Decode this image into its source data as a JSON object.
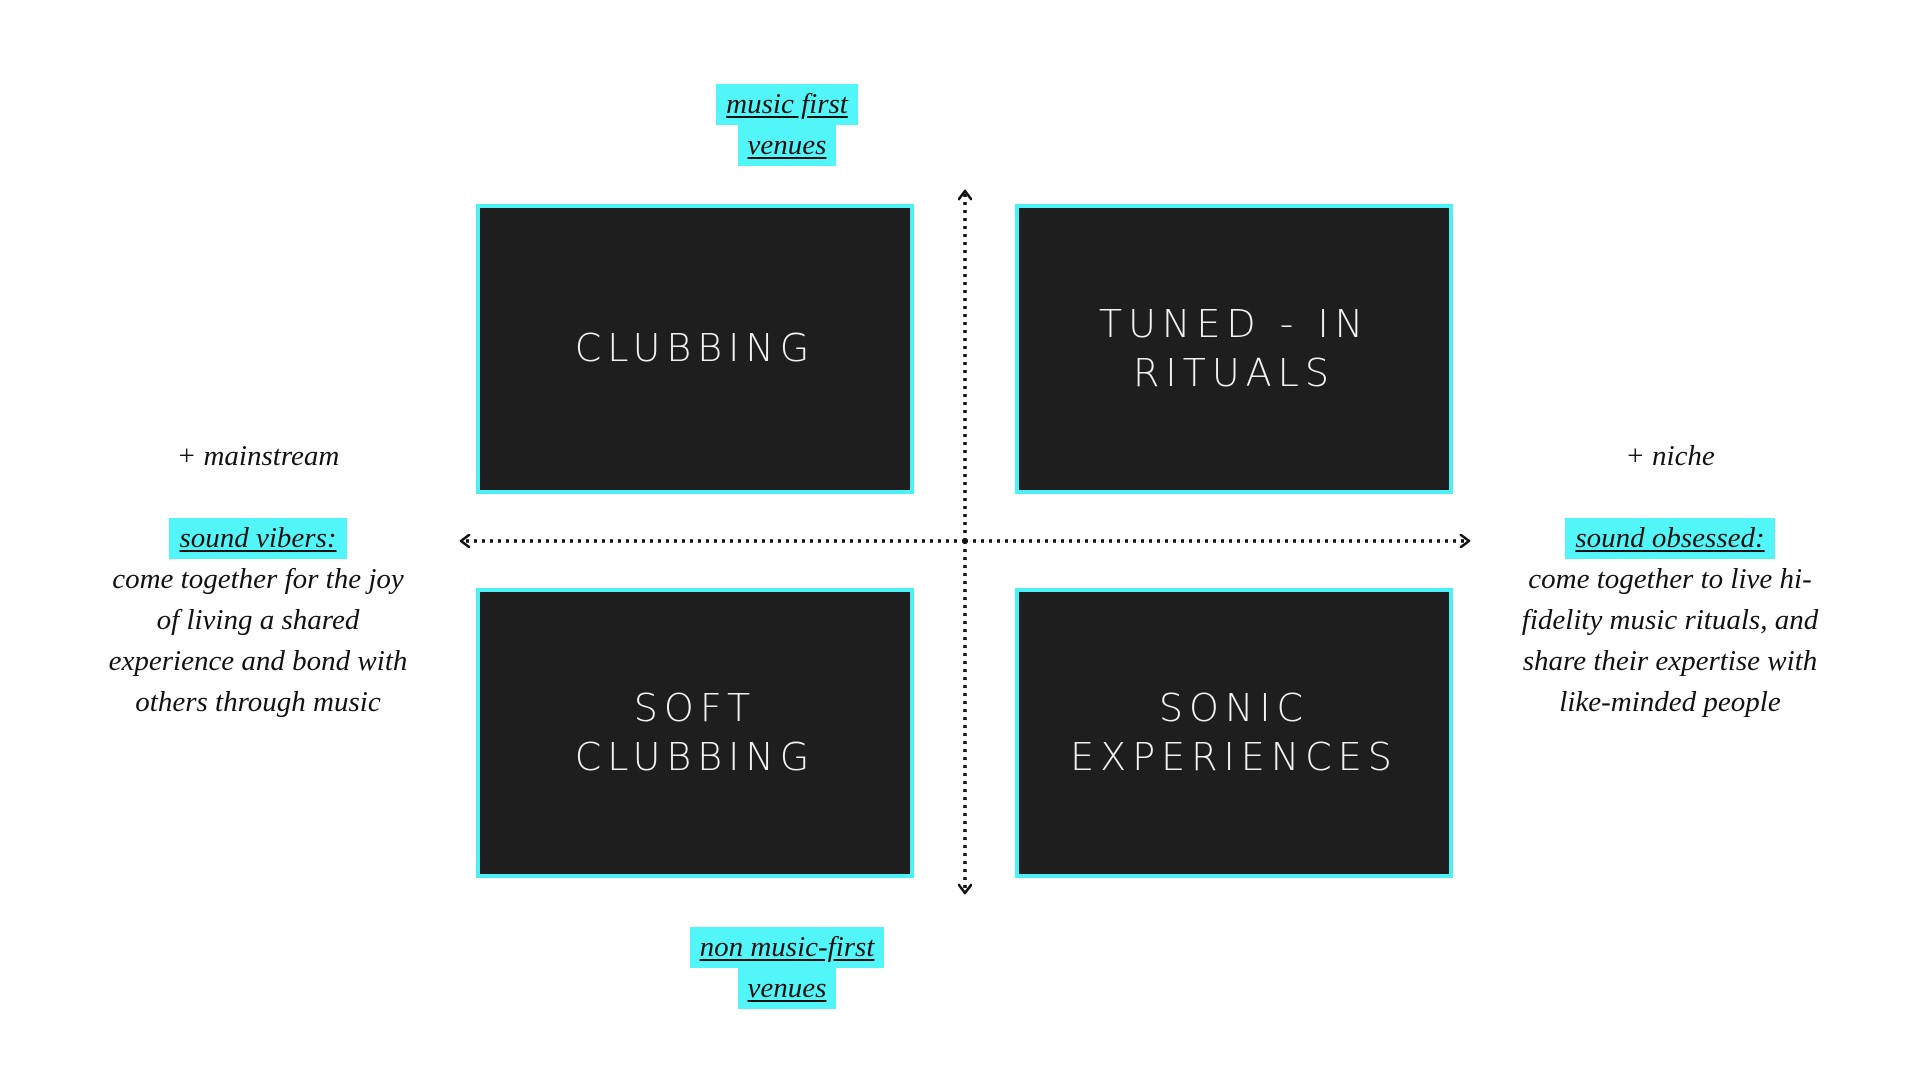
{
  "quadrants": {
    "top_left": "CLUBBING",
    "top_right": "TUNED - IN\nRITUALS",
    "bottom_left": "SOFT\nCLUBBING",
    "bottom_right": "SONIC\nEXPERIENCES"
  },
  "vertical_axis": {
    "top_line1": "music first ",
    "top_line2": "venues ",
    "bottom_line1": "non music-first ",
    "bottom_line2": "venues "
  },
  "left_side": {
    "tag": "+ mainstream",
    "heading": "sound vibers:",
    "description": "come together for the joy of living a shared experience and bond with others through music"
  },
  "right_side": {
    "tag": "+ niche",
    "heading": "sound obsessed:",
    "description": "come together to live hi-fidelity music rituals, and share their expertise with like-minded people"
  },
  "colors": {
    "accent": "#4cf0f5",
    "box_fill": "#1e1e1e",
    "highlight": "#52f5f8"
  }
}
